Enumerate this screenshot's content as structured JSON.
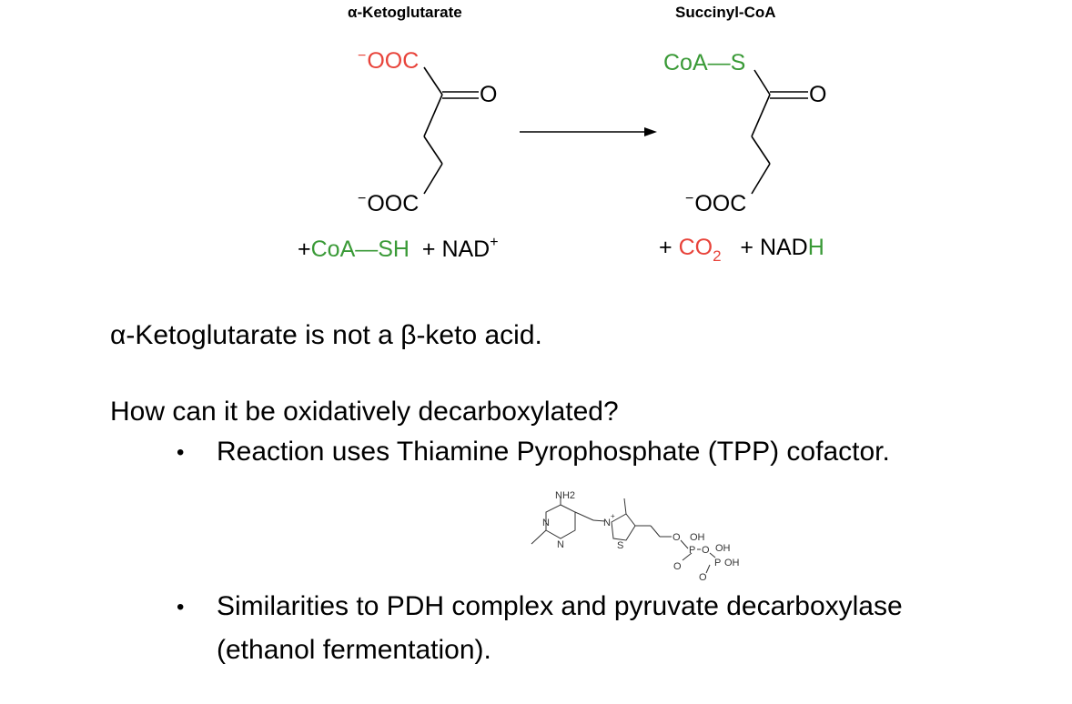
{
  "reaction": {
    "substrate": {
      "title": "α-Ketoglutarate",
      "top_carboxylate": "OOC",
      "carbonyl_O": "O",
      "bottom_carboxylate": "OOC",
      "charge": "−"
    },
    "product": {
      "title": "Succinyl-CoA",
      "thioester": "CoA—S",
      "carbonyl_O": "O",
      "bottom_carboxylate": "OOC",
      "charge": "−"
    },
    "reactant_cofactors": {
      "plus1": "+",
      "coa_sh": "CoA—SH",
      "plus2": "+",
      "nad": "NAD",
      "nad_charge": "+"
    },
    "product_cofactors": {
      "plus1": "+",
      "co2": "CO",
      "co2_subscript": "2",
      "plus2": "+",
      "nadh_black": "NAD",
      "nadh_green": "H"
    },
    "colors": {
      "red": "#e8433a",
      "green": "#3a9a37"
    }
  },
  "text": {
    "statement": "α-Ketoglutarate is not a β-keto acid.",
    "question": "How can it be oxidatively decarboxylated?",
    "bullets": [
      {
        "symbol": "•",
        "text": "Reaction uses Thiamine Pyrophosphate (TPP) cofactor."
      },
      {
        "symbol": "•",
        "line1": "Similarities to PDH complex and pyruvate decarboxylase",
        "line2": "(ethanol fermentation)."
      }
    ]
  },
  "tpp": {
    "nh2": "NH2",
    "n1": "N",
    "n2": "N",
    "n_plus": "N",
    "plus": "+",
    "s": "S",
    "o1": "O",
    "o2": "O",
    "o3": "O",
    "o4": "O",
    "p1": "P",
    "p2": "P",
    "oh1": "OH",
    "oh2": "OH",
    "oh3": "OH"
  }
}
